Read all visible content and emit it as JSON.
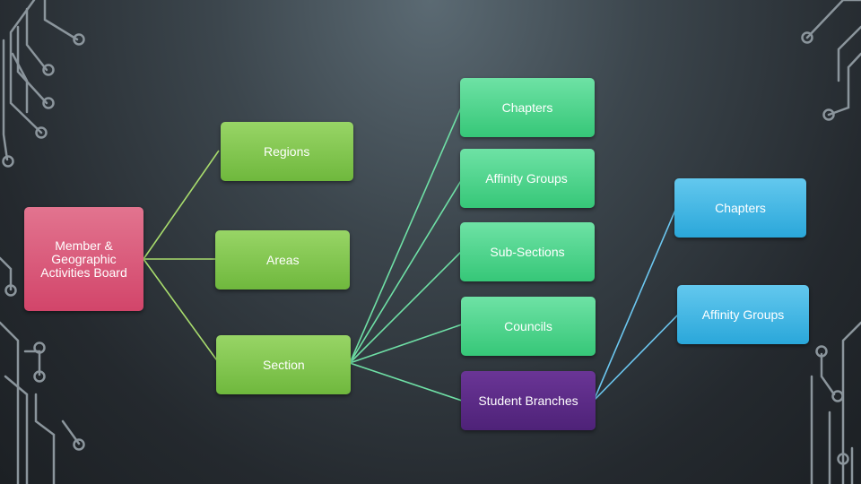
{
  "nodes": {
    "member_board": "Member &\nGeographic\nActivities Board",
    "regions": "Regions",
    "areas": "Areas",
    "section": "Section",
    "chapters": "Chapters",
    "affinity_groups": "Affinity Groups",
    "sub_sections": "Sub-Sections",
    "councils": "Councils",
    "student_branches": "Student Branches",
    "sb_chapters": "Chapters",
    "sb_affinity_groups": "Affinity Groups"
  },
  "colors": {
    "pink": "#d2456a",
    "green_light": "#6fb83d",
    "green_mint": "#36c778",
    "blue": "#2aa7da",
    "purple": "#4e2278"
  }
}
